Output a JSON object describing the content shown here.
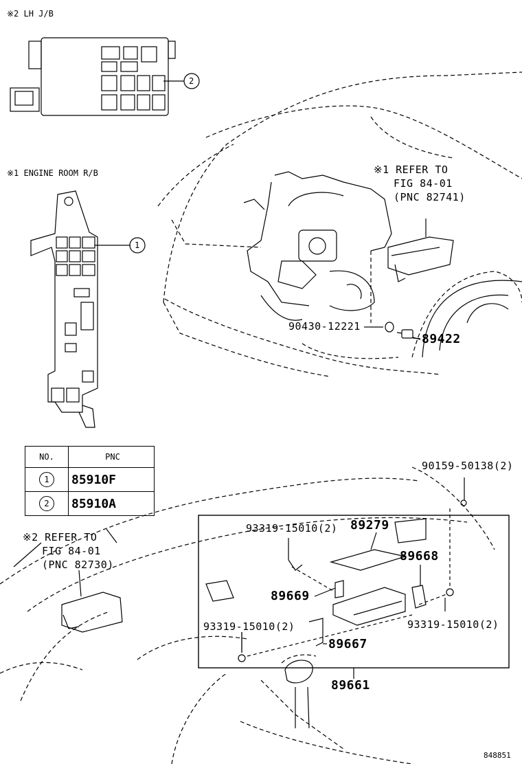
{
  "insets": {
    "lh_jb": {
      "title": "※2 LH J/B",
      "callout": "2"
    },
    "engine_room_rb": {
      "title": "※1 ENGINE ROOM R/B",
      "callout": "1"
    }
  },
  "refer_engine": {
    "line1": "※1 REFER TO",
    "line2": "FIG 84-01",
    "line3": "(PNC 82741)"
  },
  "refer_dash": {
    "line1": "※2 REFER TO",
    "line2": "FIG 84-01",
    "line3": "(PNC 82730)"
  },
  "parts": {
    "p90430": "90430-12221",
    "p89422": "89422",
    "p90159": "90159-50138(2)",
    "p93319_a": "93319-15010(2)",
    "p89279": "89279",
    "p89668": "89668",
    "p89669": "89669",
    "p93319_b": "93319-15010(2)",
    "p93319_c": "93319-15010(2)",
    "p89667": "89667",
    "p89661": "89661"
  },
  "table": {
    "header_no": "NO.",
    "header_pnc": "PNC",
    "rows": [
      {
        "no": "1",
        "pnc": "85910F"
      },
      {
        "no": "2",
        "pnc": "85910A"
      }
    ]
  },
  "figure_id": "848851"
}
